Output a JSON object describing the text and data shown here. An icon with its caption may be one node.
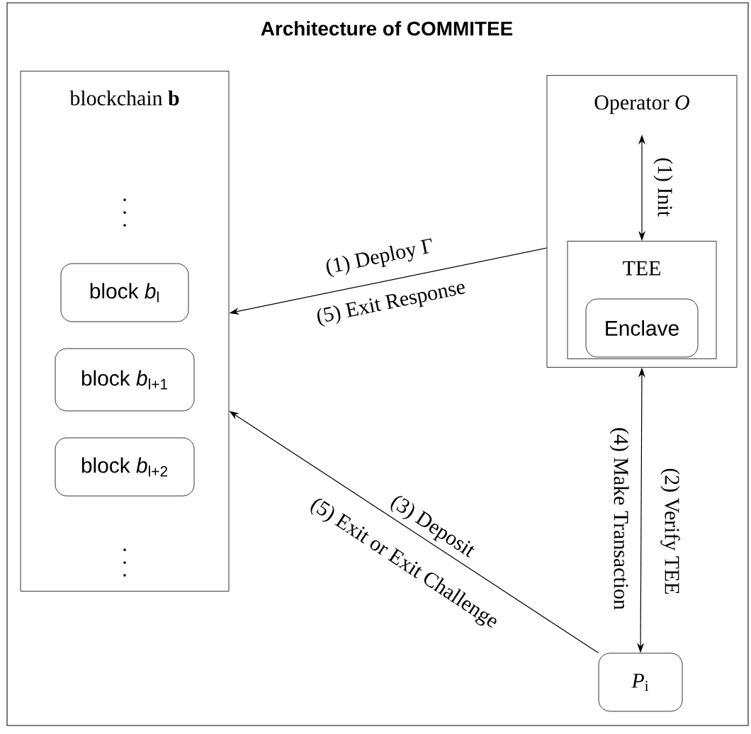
{
  "diagram": {
    "title": "Architecture of COMMITEE",
    "nodes": [
      {
        "text": [
          "blockchain **b**"
        ]
      },
      {
        "text": [
          "block *b*$_{l}$"
        ],
        "in": 0
      },
      {
        "text": [
          "block *b*$_{l+1}$"
        ],
        "in": 0
      },
      {
        "text": [
          "block *b*$_{l+2}$"
        ],
        "in": 0
      },
      {
        "text": [
          "Operator *O*"
        ]
      },
      {
        "text": [
          "TEE"
        ],
        "in": 4
      },
      {
        "text": [
          "Enclave"
        ],
        "in": 5
      },
      {
        "text": [
          "*P*$_{i}$"
        ]
      }
    ],
    "edges": [
      {
        "from": 4,
        "to": 5,
        "arrow": "both",
        "label": "(1) Init"
      },
      {
        "from": 4,
        "to": 0,
        "arrow": "to",
        "label": "(1) Deploy Γ"
      },
      {
        "from": 4,
        "to": 7,
        "arrow": "both",
        "label": "(2) Verify TEE"
      },
      {
        "from": 7,
        "to": 0,
        "arrow": "to",
        "label": "(3) Deposit"
      }
    ],
    "labels": [
      "(5) Exit Response",
      "(4) Make Transaction",
      "(5) Exit or Exit Challenge"
    ]
  }
}
